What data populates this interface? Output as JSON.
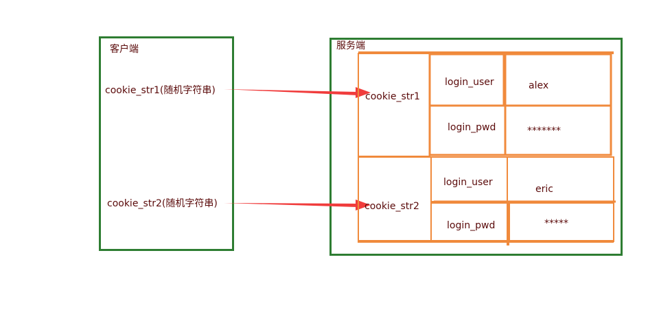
{
  "client": {
    "title": "客户端",
    "cookies": [
      "cookie_str1(随机字符串)",
      "cookie_str2(随机字符串)"
    ]
  },
  "server": {
    "title": "服务端",
    "sessions": [
      {
        "key": "cookie_str1",
        "fields": [
          {
            "name": "login_user",
            "value": "alex"
          },
          {
            "name": "login_pwd",
            "value": "*******"
          }
        ]
      },
      {
        "key": "cookie_str2",
        "fields": [
          {
            "name": "login_user",
            "value": "eric"
          },
          {
            "name": "login_pwd",
            "value": "*****"
          }
        ]
      }
    ]
  },
  "colors": {
    "box_border": "#2e7d32",
    "table_border": "#f08a3c",
    "arrow": "#f03c3c",
    "text": "#5a0a0a"
  }
}
